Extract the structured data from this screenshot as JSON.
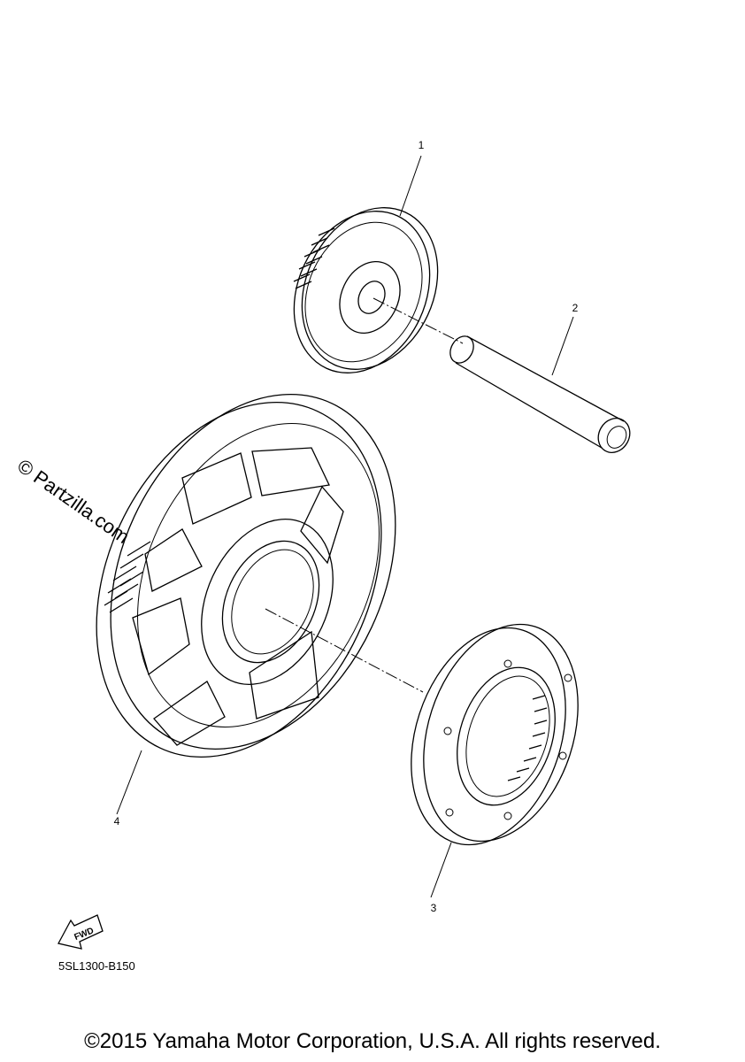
{
  "callouts": [
    "1",
    "2",
    "3",
    "4"
  ],
  "drawing_code": "5SL1300-B150",
  "fwd_label": "FWD",
  "watermark": "© Partzilla.com",
  "copyright": "©2015 Yamaha Motor Corporation, U.S.A. All rights reserved."
}
